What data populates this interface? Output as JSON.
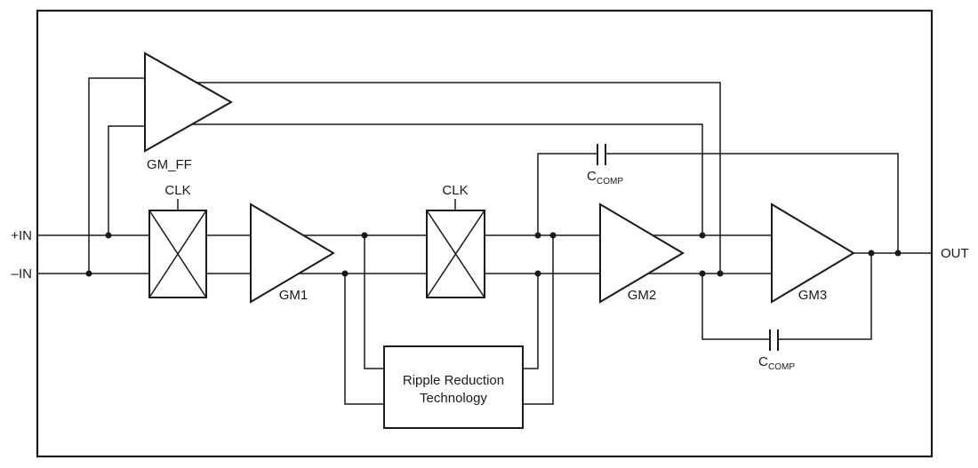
{
  "labels": {
    "in_plus": "+IN",
    "in_minus": "–IN",
    "out": "OUT",
    "gm_ff": "GM_FF",
    "gm1": "GM1",
    "gm2": "GM2",
    "gm3": "GM3",
    "clk1": "CLK",
    "clk2": "CLK",
    "cap_top_main": "C",
    "cap_top_sub": "COMP",
    "cap_bottom_main": "C",
    "cap_bottom_sub": "COMP",
    "ripple_line1": "Ripple Reduction",
    "ripple_line2": "Technology"
  },
  "colors": {
    "line": "#1a1a1a",
    "background": "#ffffff"
  }
}
